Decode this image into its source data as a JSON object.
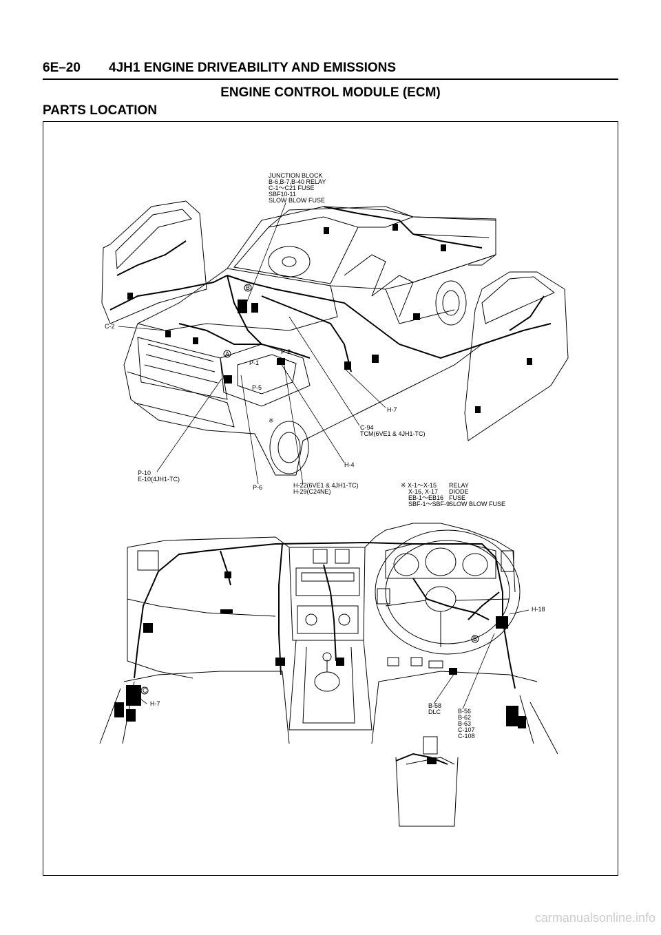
{
  "header": {
    "page_number": "6E–20",
    "title": "4JH1 ENGINE DRIVEABILITY AND EMISSIONS"
  },
  "section_title": "ENGINE CONTROL MODULE (ECM)",
  "subsection_title": "PARTS LOCATION",
  "top_labels": {
    "junction_block": [
      "JUNCTION BLOCK",
      "B-6,B-7,B-40 RELAY",
      "C-1～C21 FUSE",
      "SBF10-11",
      "SLOW BLOW FUSE"
    ],
    "c2": "C-2",
    "p1": "P-1",
    "p2": "P-2",
    "p5": "P-5",
    "h7": "H-7",
    "c94": [
      "C-94",
      "TCM(6VE1 & 4JH1-TC)"
    ],
    "h4": "H-4",
    "p10": [
      "P-10",
      "E-10(4JH1-TC)"
    ],
    "p6": "P-6",
    "h22": [
      "H-22(6VE1 & 4JH1-TC)",
      "H-29(C24NE)"
    ],
    "ref_mark": "※",
    "legend": [
      [
        "※ X-1～X-15",
        "RELAY"
      ],
      [
        "X-16, X-17",
        "DIODE"
      ],
      [
        "EB-1～EB16",
        "FUSE"
      ],
      [
        "SBF-1～SBF-9",
        "SLOW BLOW FUSE"
      ]
    ],
    "callout_a": "A",
    "callout_b": "B"
  },
  "bottom_labels": {
    "h18": "H-18",
    "h7": "H-7",
    "c_callout": "C",
    "b_callout": "B",
    "b58": [
      "B-58",
      "DLC"
    ],
    "b56": [
      "B-56",
      "B-62",
      "B-63",
      "C-107",
      "C-108"
    ]
  },
  "watermark": "carmanualsonline.info"
}
